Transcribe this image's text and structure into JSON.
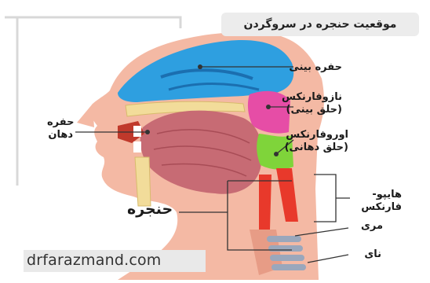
{
  "title": "موقعیت حنجره در سروگردن",
  "labels": {
    "nasal_cavity": "حفره بینی",
    "nasopharynx_1": "نازوفارنکس",
    "nasopharynx_2": "(حلق بینی)",
    "oropharynx_1": "اوروفارنکس",
    "oropharynx_2": "(حلق دهانی)",
    "oral_cavity_1": "حفره",
    "oral_cavity_2": "دهان",
    "larynx": "حنجره",
    "hypopharynx_1": "هایپو-",
    "hypopharynx_2": "فارنکس",
    "esophagus": "مری",
    "trachea": "نای"
  },
  "watermark": "drfarazmand.com",
  "colors": {
    "skin": "#f4b9a4",
    "skin_dark": "#e79c86",
    "nasal": "#2e9fe0",
    "nasopharynx": "#e64da6",
    "oropharynx": "#7fd43a",
    "tongue": "#c76b74",
    "bone": "#f2dc9a",
    "red": "#e8392b",
    "trachea": "#9aa7bc",
    "title_bg": "#ececec"
  }
}
